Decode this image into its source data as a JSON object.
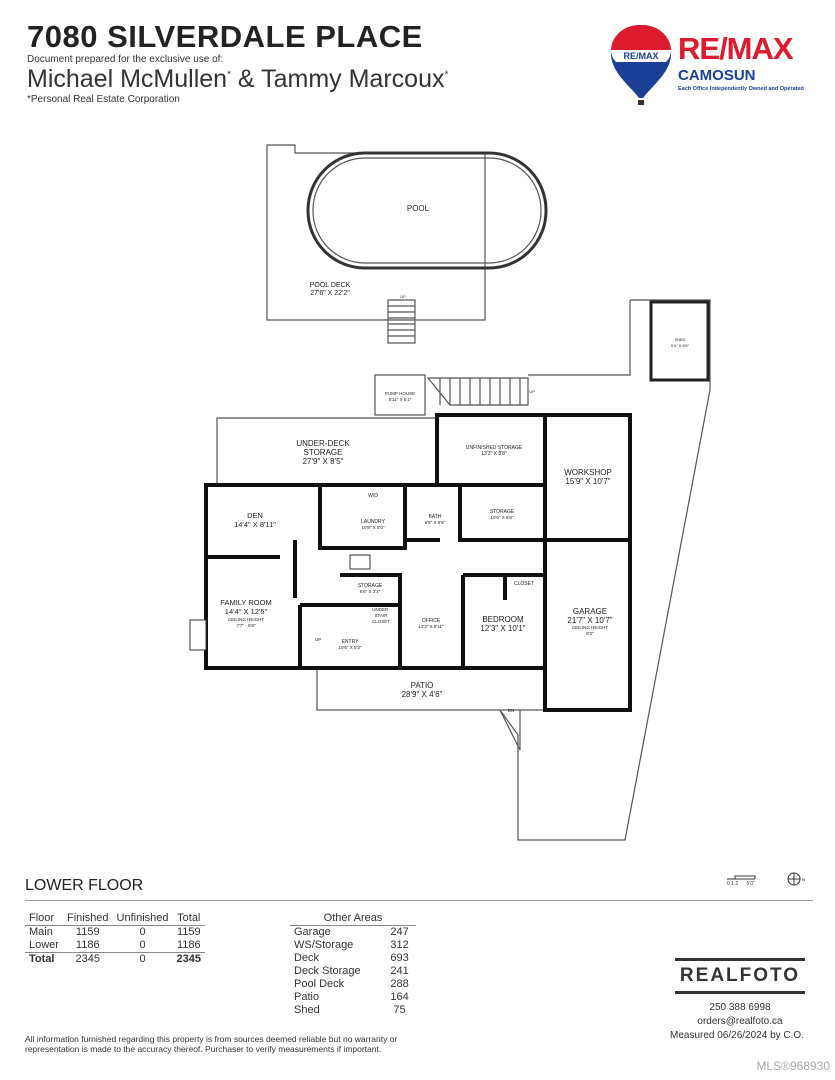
{
  "header": {
    "title": "7080 SILVERDALE PLACE",
    "prepared": "Document prepared for the exclusive use of:",
    "agent1": "Michael McMullen",
    "agent2": "Tammy Marcoux",
    "ampersand": "&",
    "asterisk": "*",
    "corp": "*Personal Real Estate Corporation"
  },
  "logo": {
    "balloon_text": "RE/MAX",
    "brand": "RE/MAX",
    "office": "CAMOSUN",
    "tagline": "Each Office Independently Owned and Operated",
    "red": "#dc1c2e",
    "blue": "#1a3f95"
  },
  "rooms": {
    "pool": "POOL",
    "pool_deck": {
      "name": "POOL DECK",
      "dim": "27'6\" X 22'2\""
    },
    "up1": "UP",
    "up2": "UP",
    "up3": "UP",
    "dn": "DN",
    "shed": {
      "name": "SHED",
      "dim": "9'4\" X 6'6\""
    },
    "pump_house": {
      "name": "PUMP HOUSE",
      "dim": "5'11\" X 5'1\""
    },
    "under_deck": {
      "name1": "UNDER-DECK",
      "name2": "STORAGE",
      "dim": "27'9\" X 8'5\""
    },
    "unfinished": {
      "name": "UNFINISHED STORAGE",
      "dim": "13'3\" X 8'8\""
    },
    "workshop": {
      "name": "WORKSHOP",
      "dim": "15'9\" X 10'7\""
    },
    "den": {
      "name": "DEN",
      "dim": "14'4\" X 8'11\""
    },
    "laundry": {
      "name": "LAUNDRY",
      "dim": "10'8\" X 8'0\"",
      "wd": "W/D"
    },
    "bath": {
      "name": "BATH",
      "dim": "6'8\" X 6'6\""
    },
    "storage1": {
      "name": "STORAGE",
      "dim": "10'5\" X 6'8\""
    },
    "storage2": {
      "name": "STORAGE",
      "dim": "6'6\" X 3'1\""
    },
    "understair": {
      "l1": "UNDER-",
      "l2": "STAIR",
      "l3": "CLOSET"
    },
    "family": {
      "name": "FAMILY ROOM",
      "dim": "14'4\" X 12'5\"",
      "ceil": "CEILING HEIGHT",
      "ceil_val": "7'7\" - 6'8\""
    },
    "entry": {
      "name": "ENTRY",
      "dim": "10'6\" X 5'3\""
    },
    "office": {
      "name": "OFFICE",
      "dim": "12'3\" X 8'11\""
    },
    "bedroom": {
      "name": "BEDROOM",
      "dim": "12'3\" X 10'1\""
    },
    "closet": "CLOSET",
    "garage": {
      "name": "GARAGE",
      "dim": "21'7\" X 10'7\"",
      "ceil": "CEILING HEIGHT",
      "ceil_val": "8'2\""
    },
    "patio": {
      "name": "PATIO",
      "dim": "28'9\" X 4'6\""
    }
  },
  "floor_name": "LOWER FLOOR",
  "scale": {
    "ticks": "0 1 2      5'0\"",
    "north": "N"
  },
  "areas": {
    "headers": [
      "Floor",
      "Finished",
      "Unfinished",
      "Total"
    ],
    "rows": [
      [
        "Main",
        "1159",
        "0",
        "1159"
      ],
      [
        "Lower",
        "1186",
        "0",
        "1186"
      ]
    ],
    "total": [
      "Total",
      "2345",
      "0",
      "2345"
    ]
  },
  "other_areas": {
    "header": "Other Areas",
    "rows": [
      [
        "Garage",
        "247"
      ],
      [
        "WS/Storage",
        "312"
      ],
      [
        "Deck",
        "693"
      ],
      [
        "Deck Storage",
        "241"
      ],
      [
        "Pool Deck",
        "288"
      ],
      [
        "Patio",
        "164"
      ],
      [
        "Shed",
        "75"
      ]
    ]
  },
  "disclaimer": "All information furnished regarding this property is from sources deemed reliable but no warranty or representation is made to the accuracy thereof. Purchaser to verify measurements if important.",
  "realfoto": {
    "name": "REALFOTO",
    "phone": "250 388 6998",
    "email": "orders@realfoto.ca",
    "measured": "Measured 06/26/2024 by C.O."
  },
  "mls": "MLS®968930"
}
